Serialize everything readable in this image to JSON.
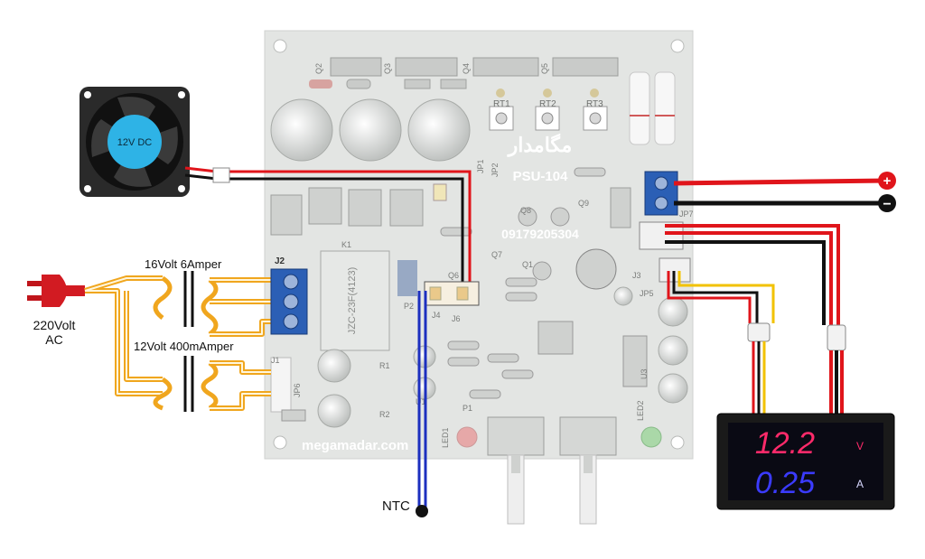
{
  "board": {
    "brand_fa": "مگامدار",
    "model": "PSU-104",
    "phone": "09179205304",
    "website": "megamadar.com",
    "designators": {
      "q2": "Q2",
      "q3": "Q3",
      "q4": "Q4",
      "q5": "Q5",
      "r1_top": "RT1",
      "r2_top": "RT2",
      "r3_top": "RT3",
      "jp1": "JP1",
      "jp2": "JP2",
      "q8": "Q8",
      "q9": "Q9",
      "j2": "J2",
      "k1": "K1",
      "q7": "Q7",
      "q1": "Q1",
      "q6": "Q6",
      "j6": "J6",
      "p2": "P2",
      "j4": "J4",
      "j3": "J3",
      "jp5": "JP5",
      "jp7": "JP7",
      "u3": "U3",
      "j1": "J1",
      "jp6": "JP6",
      "r1": "R1",
      "r2": "R2",
      "p1": "P1",
      "led1": "LED1",
      "led2": "LED2",
      "u1": "U1",
      "relay": "JZC-23F(4123)"
    }
  },
  "fan": {
    "label": "12V DC"
  },
  "transformer1": {
    "label": "16Volt 6Amper"
  },
  "transformer2": {
    "label": "12Volt 400mAmper"
  },
  "mains": {
    "label_line1": "220Volt",
    "label_line2": "AC"
  },
  "ntc": {
    "label": "NTC"
  },
  "output": {
    "plus": "+",
    "minus": "−"
  },
  "meter": {
    "voltage": "12.2",
    "current": "0.25",
    "v_unit": "V",
    "a_unit": "A"
  },
  "colors": {
    "board": "#e3e5e3",
    "wire_red": "#e0151b",
    "wire_black": "#111111",
    "wire_yellow": "#f2c200",
    "transformer": "#f0a61e",
    "terminal": "#2b5fb5",
    "fan_hub": "#2eb3e6",
    "ntc_wire": "#1c2fbf",
    "meter_red": "#ff2a6a",
    "meter_blue": "#3b3bff"
  }
}
